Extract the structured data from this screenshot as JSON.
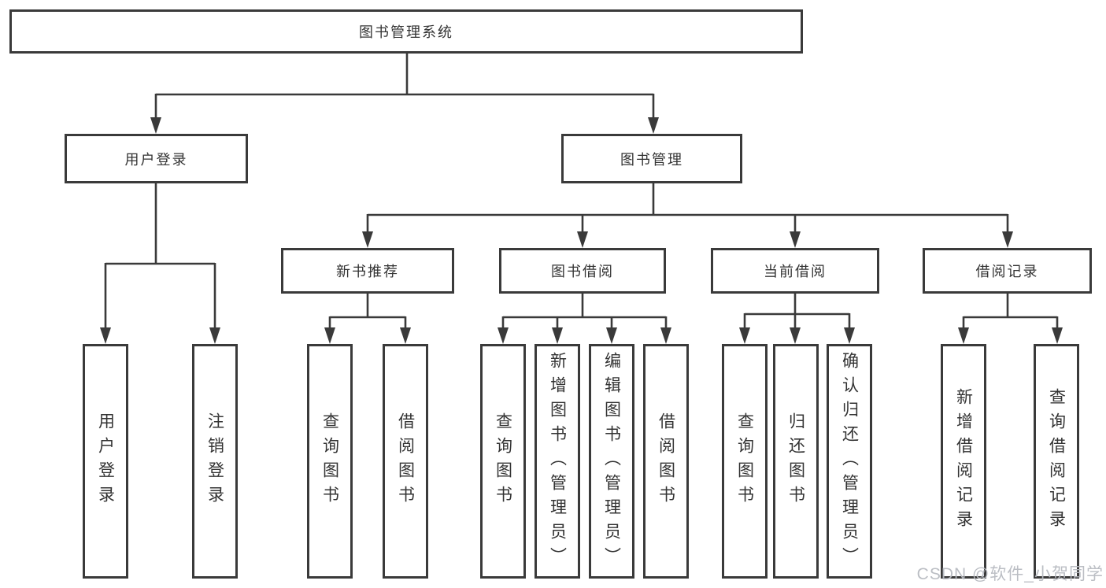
{
  "colors": {
    "line": "#3a3a3a",
    "box_border": "#3a3a3a",
    "text": "#333333",
    "background": "#ffffff",
    "watermark": "#b7bbc1"
  },
  "watermark": {
    "text": "CSDN @软件_小贺同学"
  },
  "tree": {
    "label": "图书管理系统",
    "children": [
      {
        "label": "用户登录",
        "children": [
          {
            "label": "用户登录"
          },
          {
            "label": "注销登录"
          }
        ]
      },
      {
        "label": "图书管理",
        "children": [
          {
            "label": "新书推荐",
            "children": [
              {
                "label": "查询图书"
              },
              {
                "label": "借阅图书"
              }
            ]
          },
          {
            "label": "图书借阅",
            "children": [
              {
                "label": "查询图书"
              },
              {
                "label": "新增图书（管理员）"
              },
              {
                "label": "编辑图书（管理员）"
              },
              {
                "label": "借阅图书"
              }
            ]
          },
          {
            "label": "当前借阅",
            "children": [
              {
                "label": "查询图书"
              },
              {
                "label": "归还图书"
              },
              {
                "label": "确认归还（管理员）"
              }
            ]
          },
          {
            "label": "借阅记录",
            "children": [
              {
                "label": "新增借阅记录"
              },
              {
                "label": "查询借阅记录"
              }
            ]
          }
        ]
      }
    ]
  }
}
